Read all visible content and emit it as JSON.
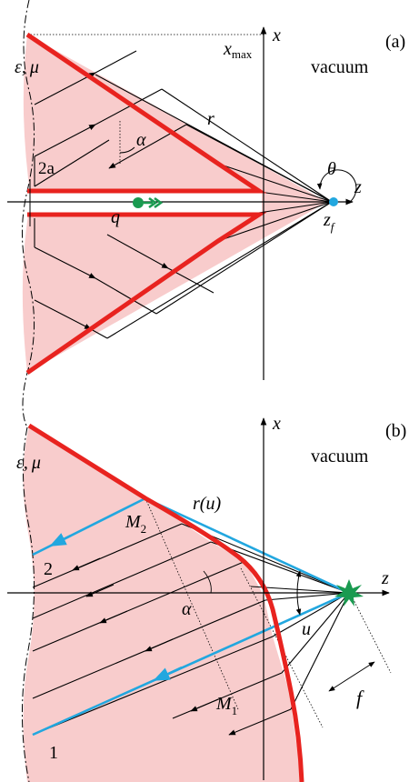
{
  "colors": {
    "region_fill": "#f8cccc",
    "boundary": "#e8231f",
    "ray": "#000000",
    "highlight_ray": "#22a7df",
    "charge": "#1a9a50",
    "focus_point": "#22a7df",
    "focus_star": "#1a9a50"
  },
  "panel_a": {
    "tag": "(a)",
    "medium_eps": "ε",
    "medium_sep": ",",
    "medium_mu": "μ",
    "vacuum": "vacuum",
    "x_axis": "x",
    "z_axis": "z",
    "xmax_main": "x",
    "xmax_sub": "max",
    "r": "r",
    "alpha": "α",
    "two_a": "2a",
    "q": "q",
    "theta": "θ",
    "zf_main": "z",
    "zf_sub": "f"
  },
  "panel_b": {
    "tag": "(b)",
    "medium_eps": "ε",
    "medium_sep": ",",
    "medium_mu": "μ",
    "vacuum": "vacuum",
    "x_axis": "x",
    "z_axis": "z",
    "r_u": "r(u)",
    "m2_main": "M",
    "m2_sub": "2",
    "m1_main": "M",
    "m1_sub": "1",
    "alpha": "α",
    "u": "u",
    "f": "f",
    "ray_1": "1",
    "ray_2": "2"
  },
  "icons": [
    "charge-arrow-icon",
    "focus-star-icon"
  ]
}
